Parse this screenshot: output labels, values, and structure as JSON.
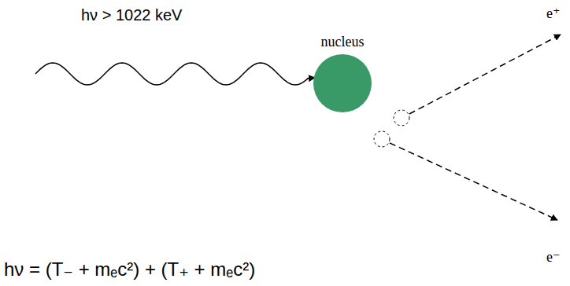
{
  "diagram": {
    "nodes": [
      {
        "text": [
          "nucleus"
        ]
      }
    ],
    "labels": [
      "hν > 1022 keV",
      "e⁺",
      "e⁻",
      "hν = (T₋ + mₑc²) + (T₊ + mₑc²)"
    ]
  }
}
